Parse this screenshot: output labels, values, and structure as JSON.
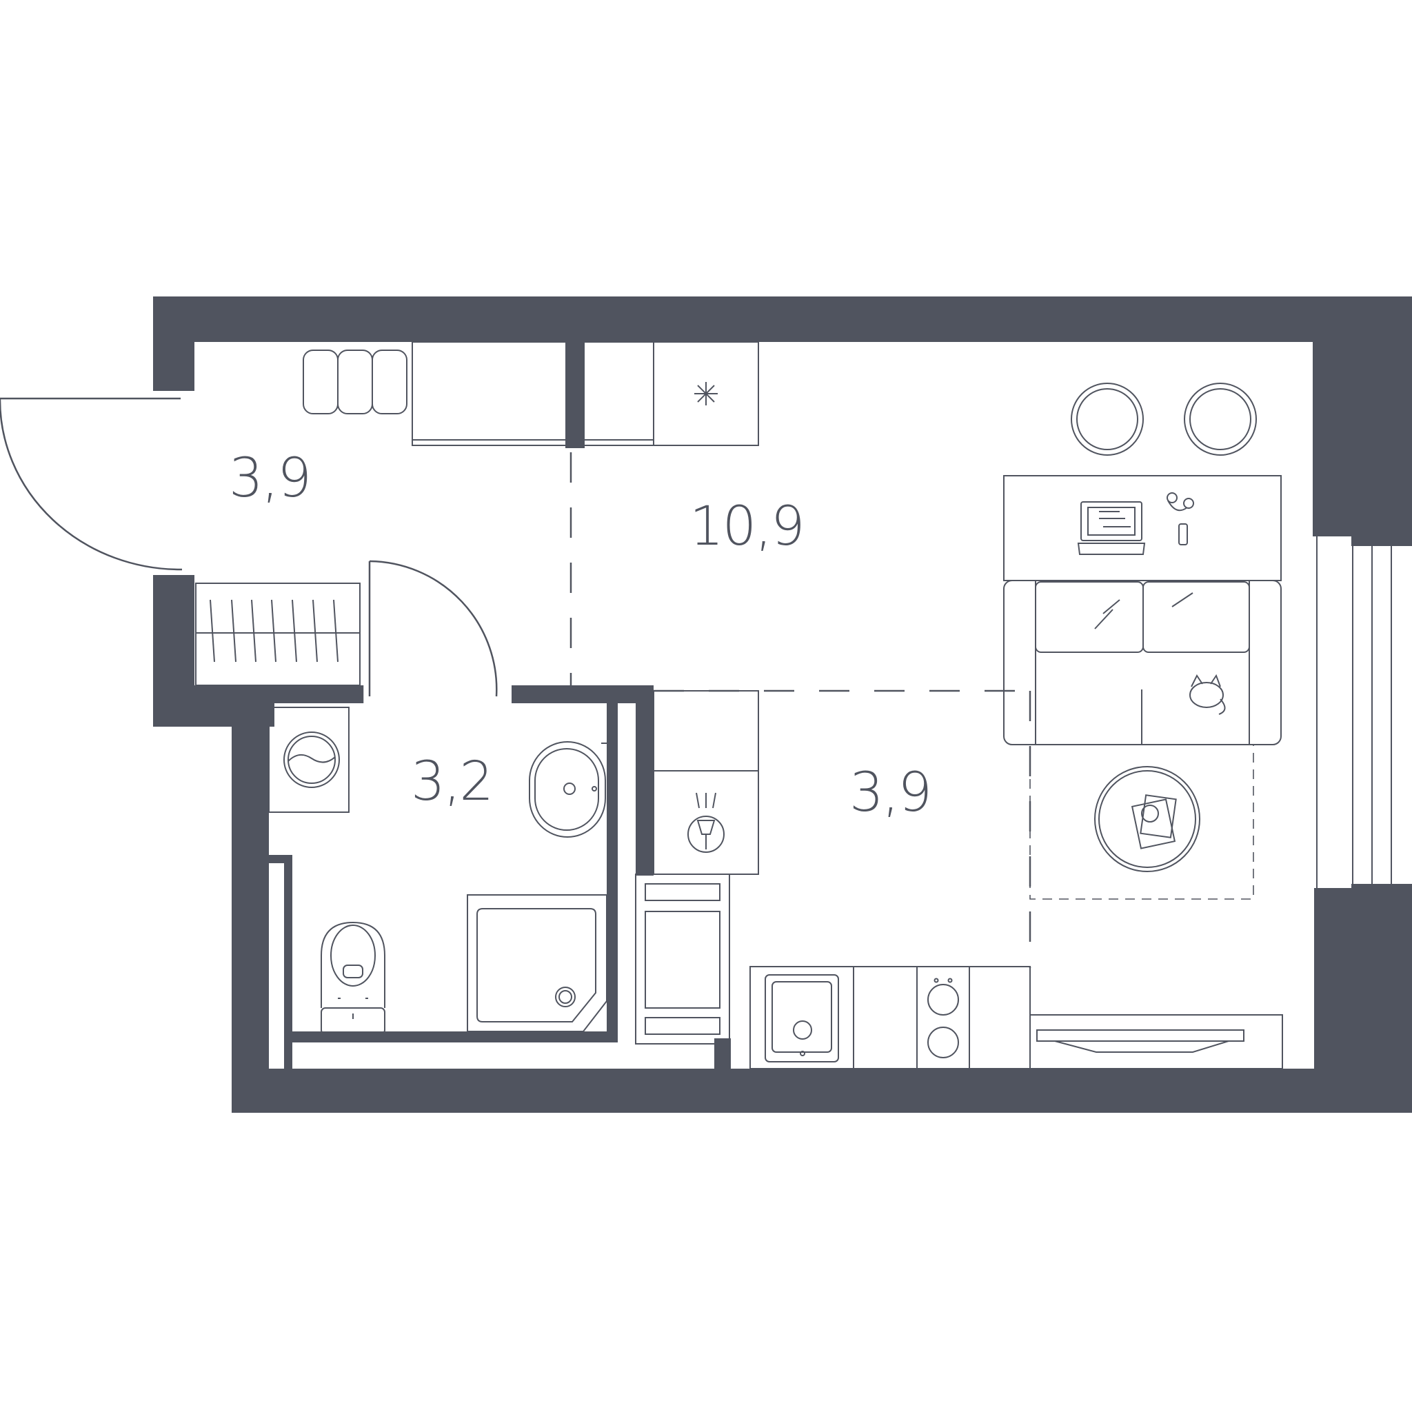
{
  "colors": {
    "wall": "#50545f",
    "line": "#50545f",
    "background": "#ffffff"
  },
  "rooms": {
    "hallway": {
      "area": "3,9"
    },
    "living_room": {
      "area": "10,9"
    },
    "bathroom": {
      "area": "3,2"
    },
    "kitchen": {
      "area": "3,9"
    }
  }
}
